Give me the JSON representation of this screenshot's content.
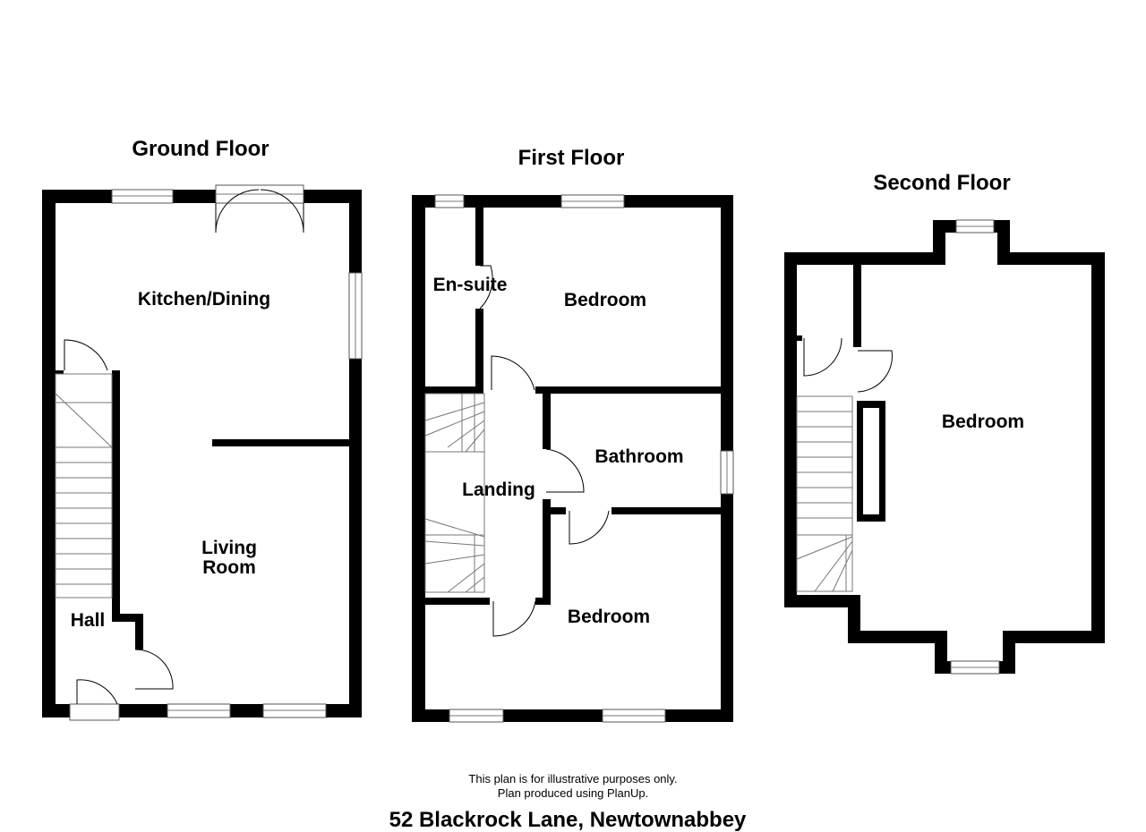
{
  "floors": {
    "ground": {
      "title": "Ground Floor",
      "rooms": {
        "kitchen_dining": "Kitchen/Dining",
        "living_room_line1": "Living",
        "living_room_line2": "Room",
        "hall": "Hall"
      }
    },
    "first": {
      "title": "First Floor",
      "rooms": {
        "ensuite": "En-suite",
        "bedroom_front": "Bedroom",
        "bathroom": "Bathroom",
        "landing": "Landing",
        "bedroom_rear": "Bedroom"
      }
    },
    "second": {
      "title": "Second Floor",
      "rooms": {
        "bedroom": "Bedroom"
      }
    }
  },
  "footer": {
    "disclaimer": "This plan is for illustrative purposes only.",
    "produced_by": "Plan produced using PlanUp.",
    "address": "52 Blackrock Lane, Newtownabbey"
  }
}
